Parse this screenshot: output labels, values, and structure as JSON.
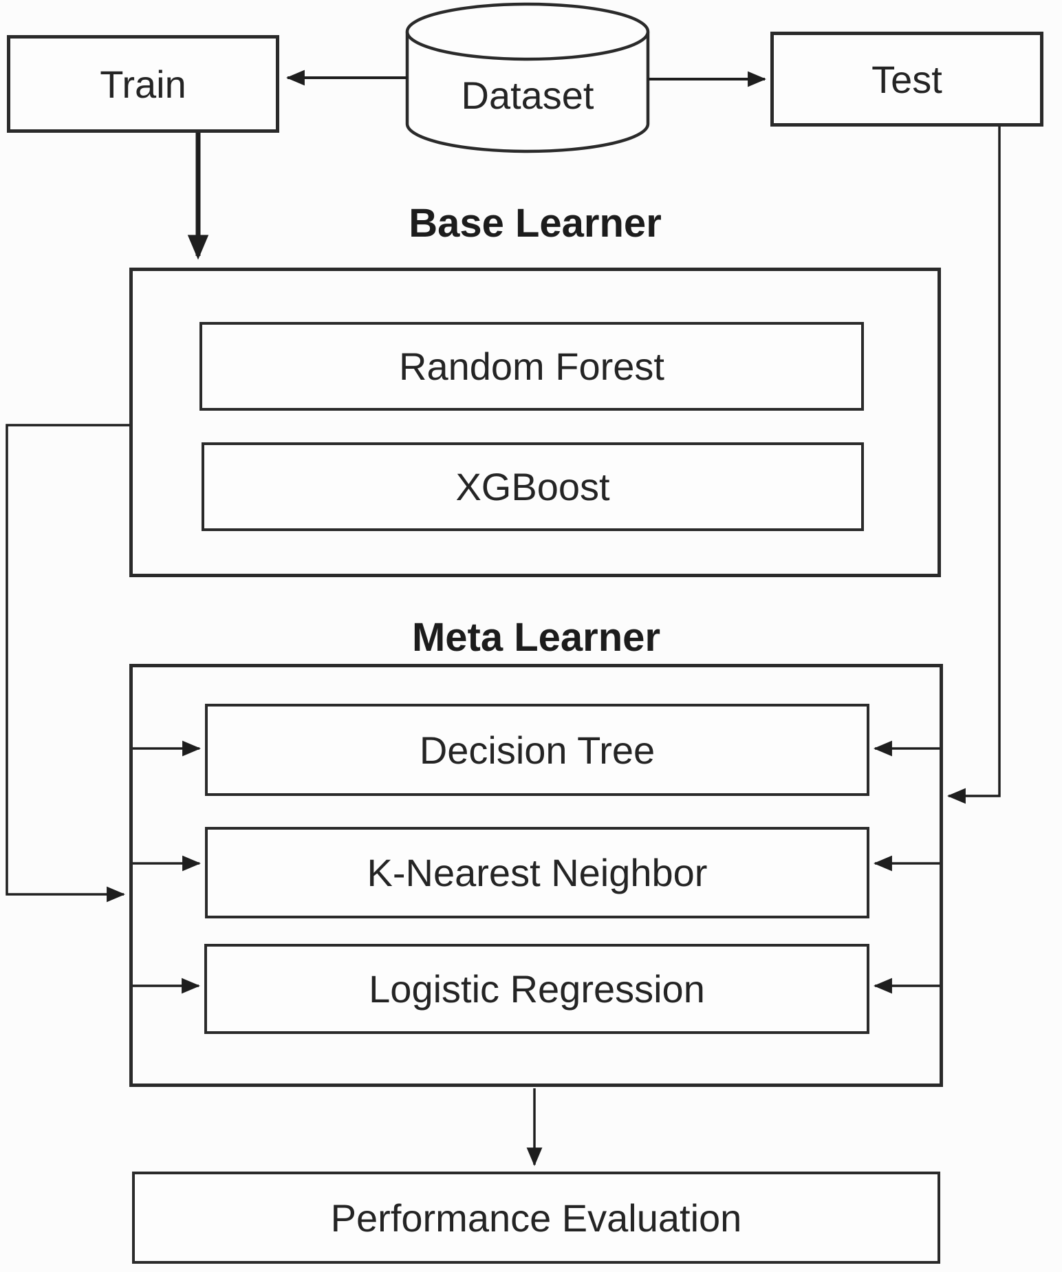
{
  "diagram": {
    "dataset_label": "Dataset",
    "train_label": "Train",
    "test_label": "Test",
    "base_learner": {
      "title": "Base Learner",
      "items": [
        "Random Forest",
        "XGBoost"
      ]
    },
    "meta_learner": {
      "title": "Meta Learner",
      "items": [
        "Decision Tree",
        "K-Nearest Neighbor",
        "Logistic Regression"
      ]
    },
    "performance_label": "Performance Evaluation",
    "edges": [
      {
        "from": "Dataset",
        "to": "Train"
      },
      {
        "from": "Dataset",
        "to": "Test"
      },
      {
        "from": "Train",
        "to": "Base Learner"
      },
      {
        "from": "Base Learner",
        "to": "Meta Learner"
      },
      {
        "from": "Test",
        "to": "Meta Learner"
      },
      {
        "from": "Meta Learner",
        "to": "Decision Tree"
      },
      {
        "from": "Meta Learner",
        "to": "K-Nearest Neighbor"
      },
      {
        "from": "Meta Learner",
        "to": "Logistic Regression"
      },
      {
        "from": "Meta Learner",
        "to": "Performance Evaluation"
      }
    ]
  },
  "colors": {
    "line": "#2a2a2a",
    "text": "#242424",
    "background": "#fcfcfc"
  }
}
